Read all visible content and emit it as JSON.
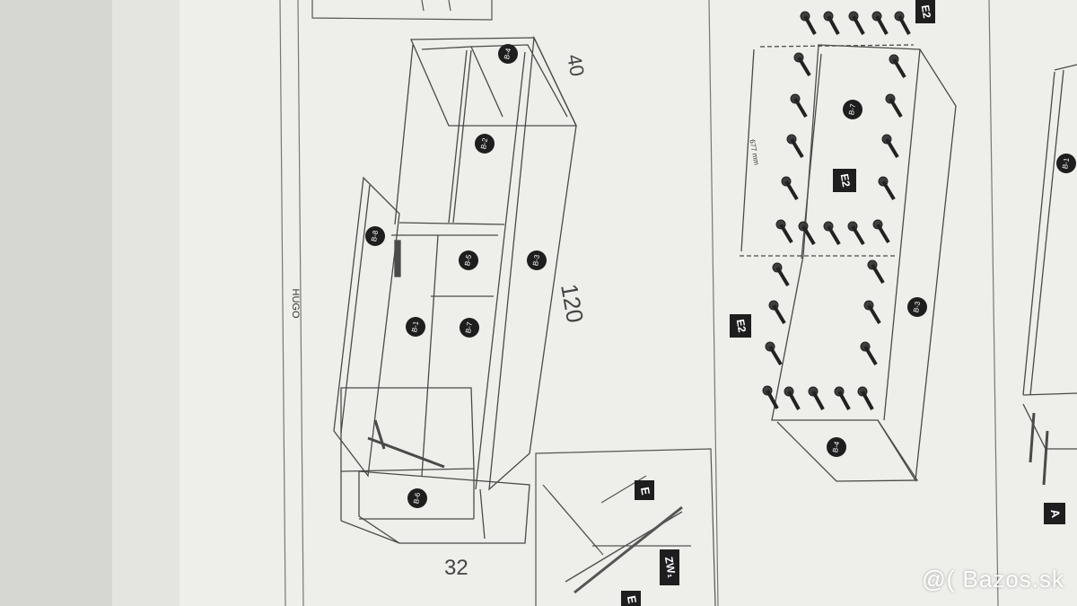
{
  "sheet": {
    "side_title": "HUGO",
    "left_drawing": {
      "parts": [
        "B-4",
        "B-2",
        "B-8",
        "B-5",
        "B-3",
        "B-1",
        "B-7",
        "B-6"
      ],
      "handwritten": {
        "depth": "40",
        "width": "120",
        "height": "32"
      }
    },
    "detail": {
      "labels": [
        "E",
        "ZW₁",
        "E"
      ]
    },
    "right_drawing": {
      "parts": [
        "B-7",
        "B-3",
        "B-4"
      ],
      "fastener_labels": [
        "E2",
        "E2",
        "E2"
      ],
      "dimension": "677 mm"
    },
    "far_right": {
      "parts": [
        "B-1"
      ],
      "labels": [
        "A"
      ]
    }
  },
  "watermark": {
    "text": "@( Bazos.sk"
  }
}
